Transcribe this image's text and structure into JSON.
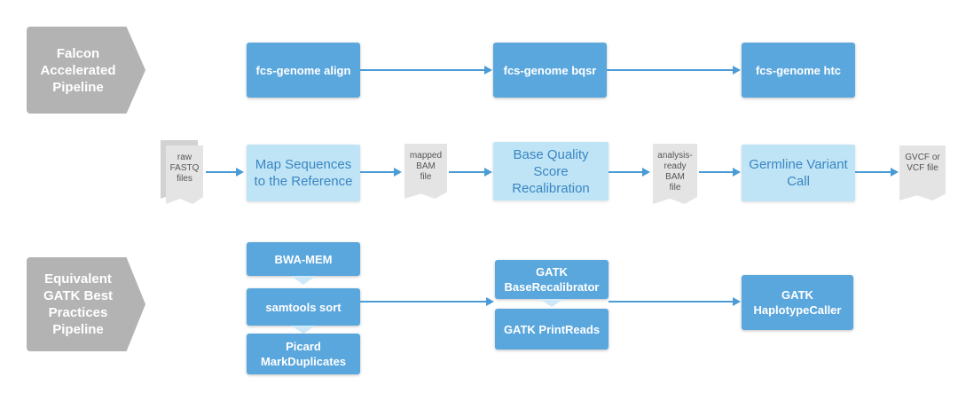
{
  "labels": {
    "falcon": "Falcon\nAccelerated\nPipeline",
    "gatk": "Equivalent\nGATK Best\nPractices\nPipeline"
  },
  "falcon_steps": [
    "fcs-genome align",
    "fcs-genome bqsr",
    "fcs-genome htc"
  ],
  "process_steps": [
    "Map Sequences\nto the Reference",
    "Base Quality\nScore\nRecalibration",
    "Germline Variant\nCall"
  ],
  "files": [
    "raw\nFASTQ\nfiles",
    "mapped\nBAM\nfile",
    "analysis-\nready\nBAM\nfile",
    "GVCF or\nVCF file"
  ],
  "gatk_tools": {
    "bwa_mem": "BWA-MEM",
    "samtools_sort": "samtools sort",
    "picard": "Picard\nMarkDuplicates",
    "base_recalibrator": "GATK\nBaseRecalibrator",
    "print_reads": "GATK PrintReads",
    "haplotype_caller": "GATK\nHaplotypeCaller"
  },
  "colors": {
    "chevron": "#b3b3b3",
    "dark_box": "#5aa7dd",
    "light_box": "#bfe4f5",
    "light_text": "#3a86c4",
    "file": "#e4e4e4",
    "arrow": "#4a9bd6"
  }
}
